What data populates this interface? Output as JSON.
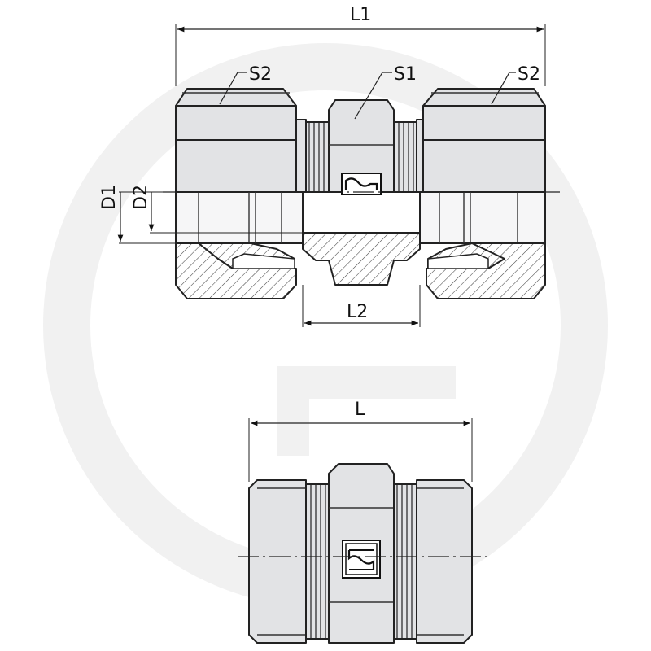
{
  "labels": {
    "L1": "L1",
    "L2": "L2",
    "L": "L",
    "S1": "S1",
    "S2_left": "S2",
    "S2_right": "S2",
    "D1": "D1",
    "D2": "D2"
  },
  "colors": {
    "body": "#e2e3e5",
    "line": "#222222",
    "watermark": "#f1f1f1"
  }
}
